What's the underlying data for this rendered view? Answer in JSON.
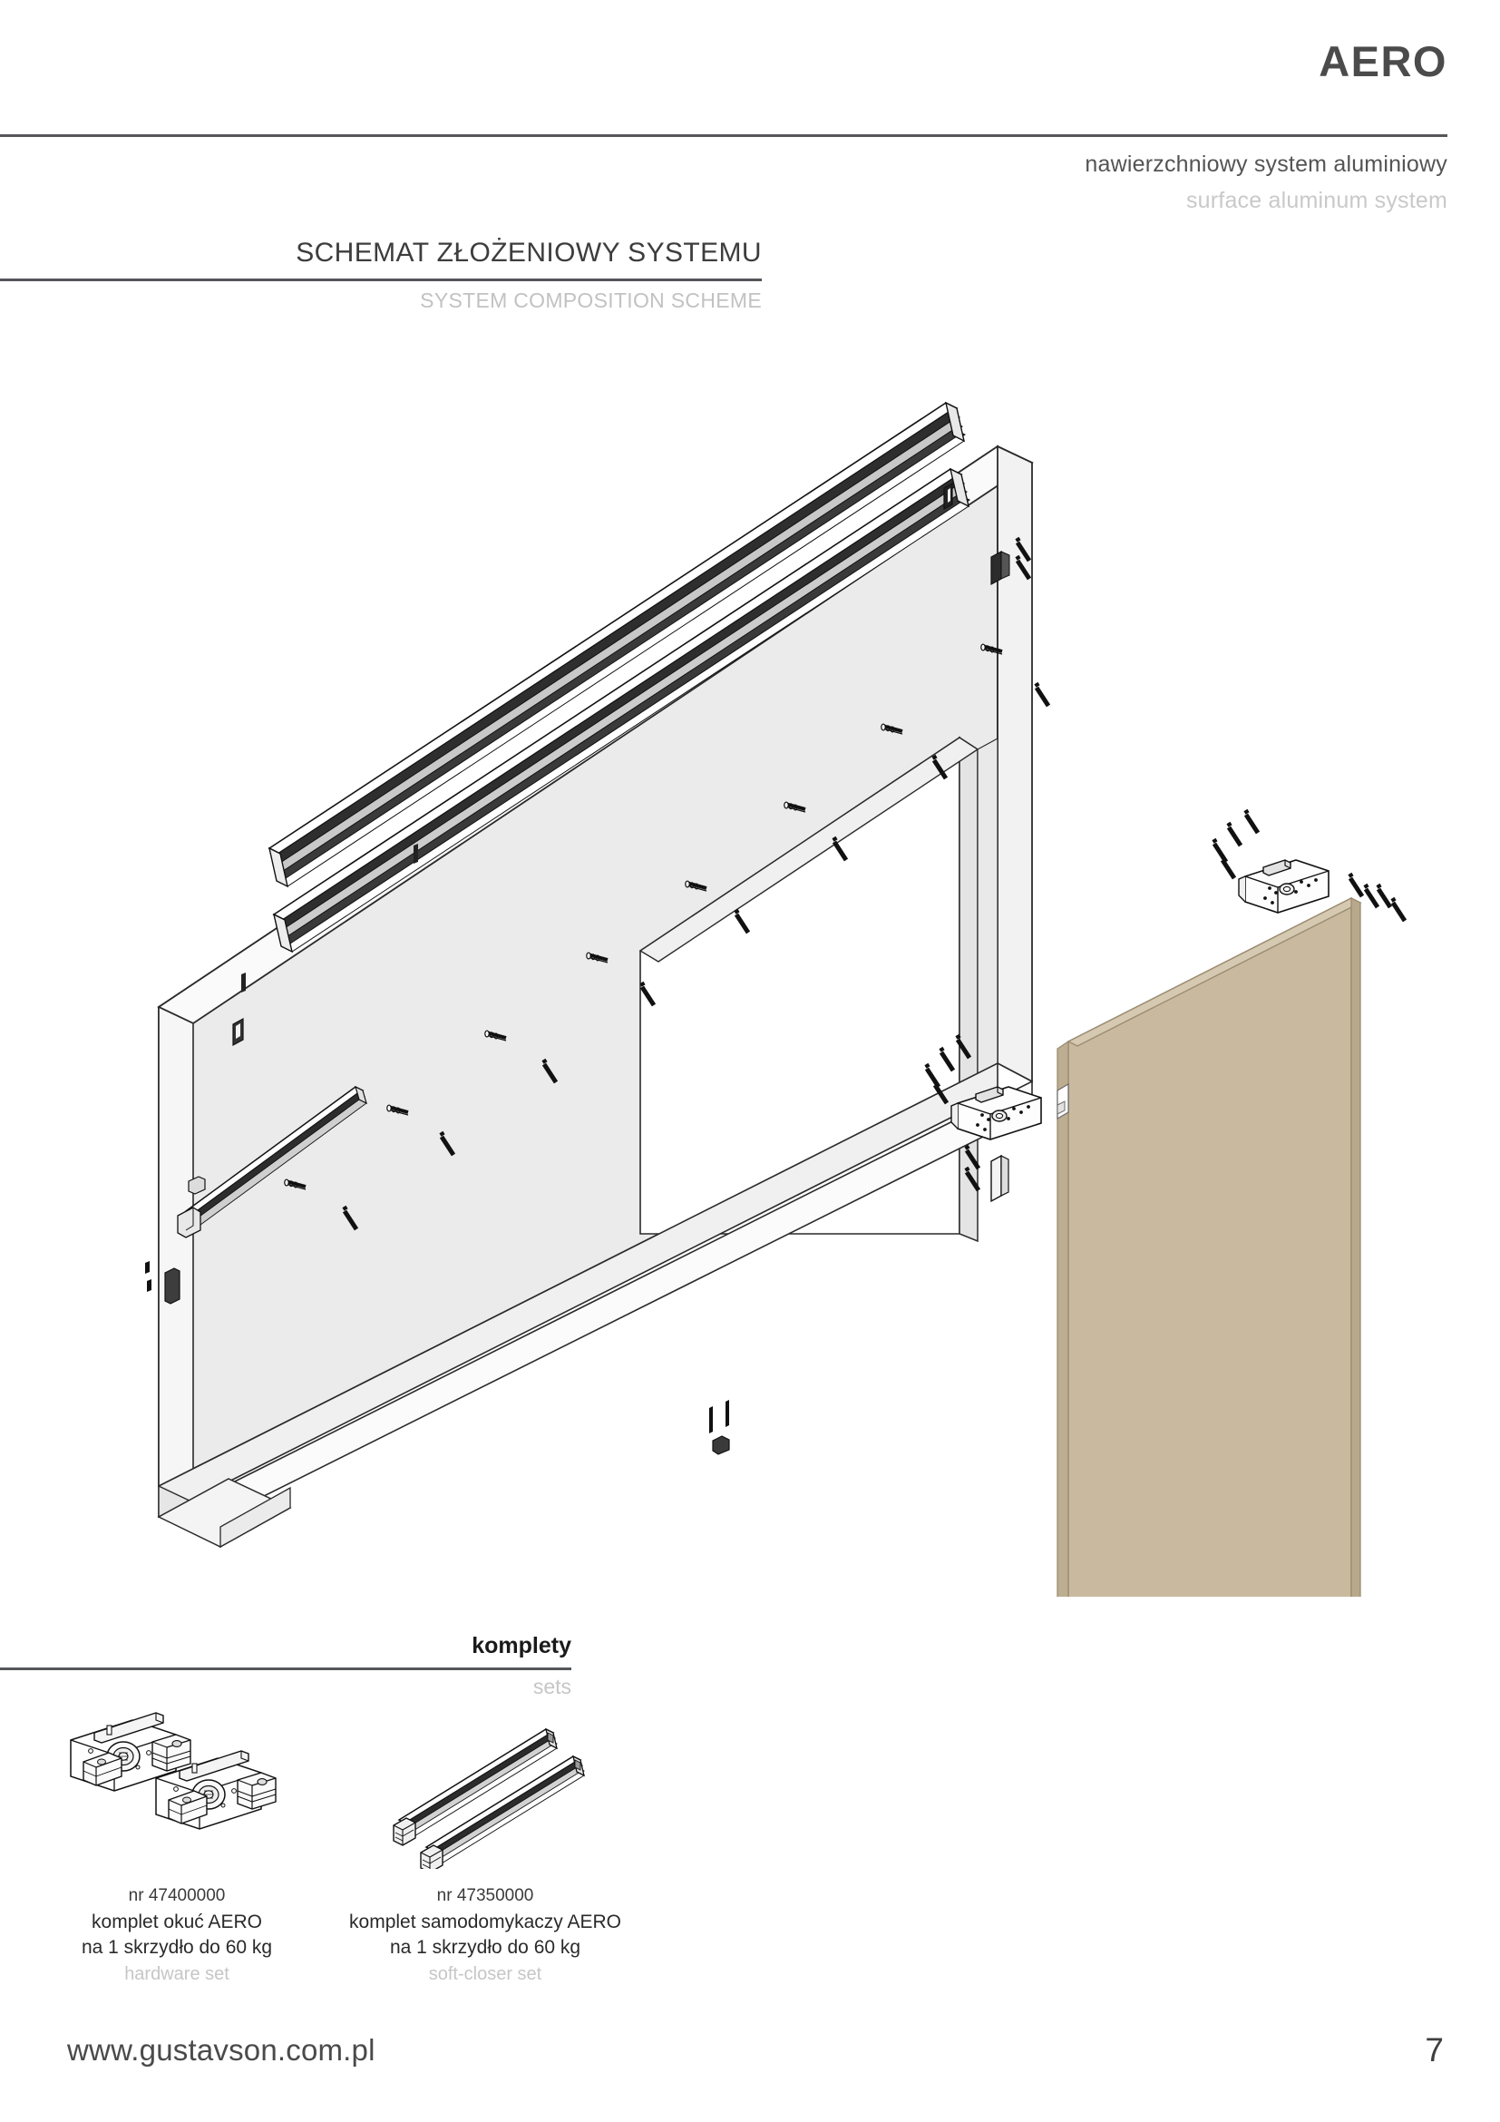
{
  "header": {
    "brand": "AERO",
    "subtitle_pl": "nawierzchniowy system aluminiowy",
    "subtitle_en": "surface aluminum system"
  },
  "section": {
    "title_pl": "SCHEMAT ZŁOŻENIOWY SYSTEMU",
    "title_en": "SYSTEM COMPOSITION SCHEME"
  },
  "diagram": {
    "type": "exploded-isometric-assembly",
    "description": "Exploded isometric assembly drawing of AERO surface-mounted aluminum sliding door system",
    "parts": [
      {
        "name": "wall-panel",
        "label": "wall with door opening"
      },
      {
        "name": "top-rail",
        "label": "aluminum running track"
      },
      {
        "name": "door-leaf",
        "label": "door leaf panel"
      },
      {
        "name": "hanger-bracket-upper",
        "label": "roller carriage plate"
      },
      {
        "name": "hanger-bracket-lower",
        "label": "roller carriage plate"
      },
      {
        "name": "soft-closer-bar",
        "label": "soft-closer damper bar"
      },
      {
        "name": "floor-guide",
        "label": "floor guide"
      },
      {
        "name": "end-cap",
        "label": "rail end cap"
      },
      {
        "name": "stopper",
        "label": "stopper"
      },
      {
        "name": "screws",
        "label": "mounting screws"
      }
    ]
  },
  "sets": {
    "title_pl": "komplety",
    "title_en": "sets",
    "items": [
      {
        "code": "nr 47400000",
        "name_line1": "komplet okuć AERO",
        "name_line2": "na 1 skrzydło do 60 kg",
        "name_en": "hardware set",
        "art": "roller-carriage-pair"
      },
      {
        "code": "nr 47350000",
        "name_line1": "komplet samodomykaczy AERO",
        "name_line2": "na 1 skrzydło do 60 kg",
        "name_en": "soft-closer set",
        "art": "soft-closer-bar-pair"
      }
    ]
  },
  "footer": {
    "url": "www.gustavson.com.pl",
    "page": "7"
  },
  "colors": {
    "rule": "#55565a",
    "brand_text": "#4b4b4b",
    "muted_text": "#c6c6c6",
    "door_panel": "#c9ba9f",
    "door_panel_edge": "#b8a78a",
    "wall_face": "#ebebeb",
    "wall_side": "#f7f7f7",
    "line": "#1a1a1a"
  }
}
